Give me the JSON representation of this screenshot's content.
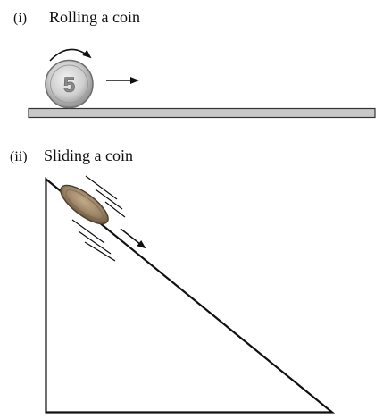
{
  "figures": [
    {
      "number": "(i)",
      "caption": "Rolling a coin",
      "coin_label": "5"
    },
    {
      "number": "(ii)",
      "caption": "Sliding a coin"
    }
  ],
  "colors": {
    "ground_fill": "#c8c8c8",
    "coin_silver": "#cfcfcf",
    "coin_bronze": "#9a8264",
    "line": "#111111"
  }
}
